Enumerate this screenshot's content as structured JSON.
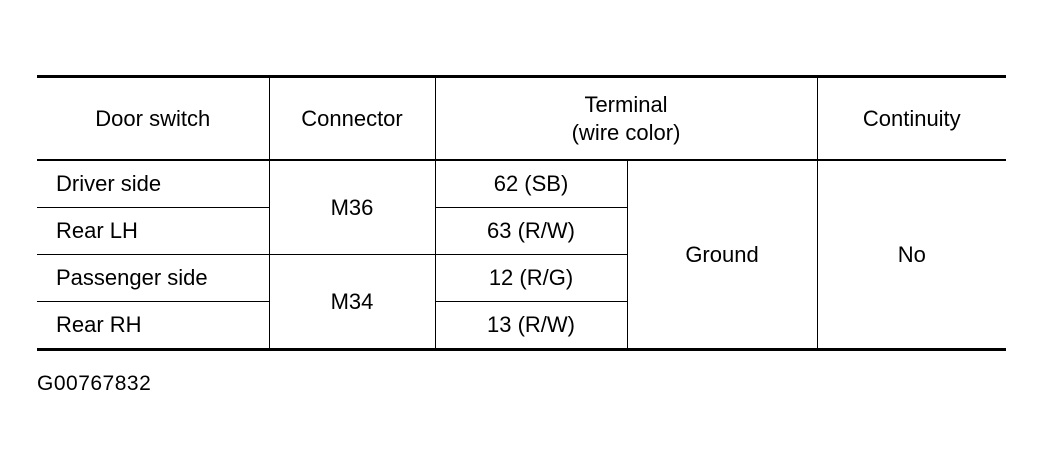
{
  "table": {
    "headers": {
      "door_switch": "Door switch",
      "connector": "Connector",
      "terminal_line1": "Terminal",
      "terminal_line2": "(wire color)",
      "continuity": "Continuity"
    },
    "rows": [
      {
        "door_switch": "Driver side",
        "terminal": "62 (SB)"
      },
      {
        "door_switch": "Rear LH",
        "terminal": "63 (R/W)"
      },
      {
        "door_switch": "Passenger side",
        "terminal": "12 (R/G)"
      },
      {
        "door_switch": "Rear RH",
        "terminal": "13 (R/W)"
      }
    ],
    "connectors": [
      "M36",
      "M34"
    ],
    "ground_label": "Ground",
    "continuity_value": "No"
  },
  "figure_id": "G00767832"
}
